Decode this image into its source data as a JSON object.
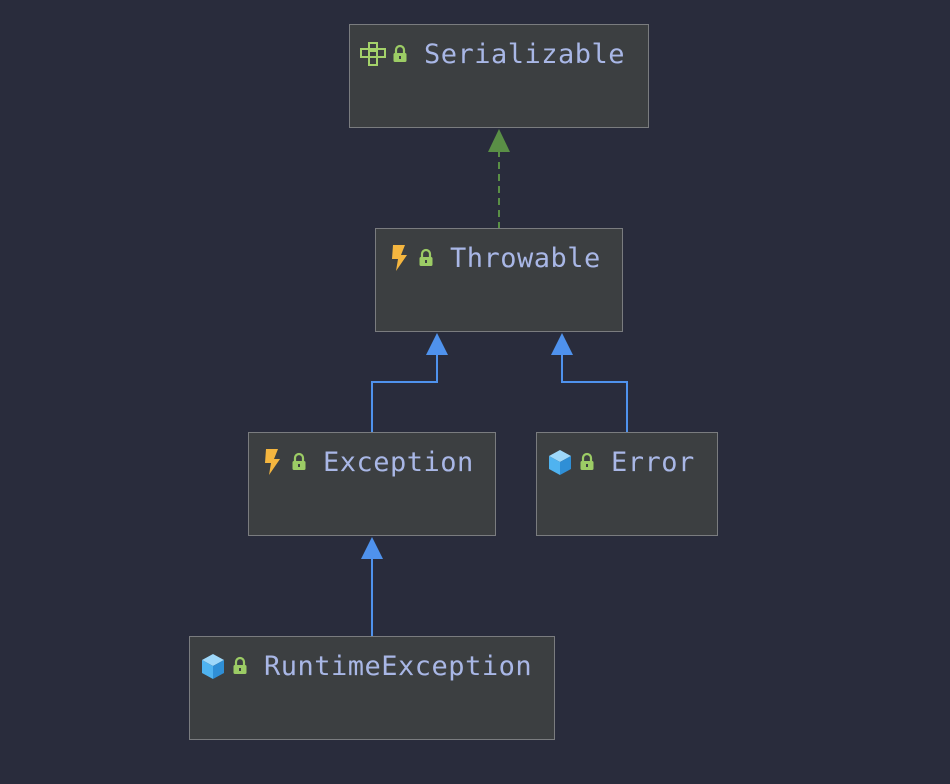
{
  "diagram": {
    "nodes": [
      {
        "id": "serializable",
        "label": "Serializable",
        "kind": "interface-icon"
      },
      {
        "id": "throwable",
        "label": "Throwable",
        "kind": "lightning-icon"
      },
      {
        "id": "exception",
        "label": "Exception",
        "kind": "lightning-icon"
      },
      {
        "id": "error",
        "label": "Error",
        "kind": "class-cube-icon"
      },
      {
        "id": "runtime-exception",
        "label": "RuntimeException",
        "kind": "class-cube-icon"
      }
    ],
    "edges": [
      {
        "from": "throwable",
        "to": "serializable",
        "type": "implements",
        "style": "dashed",
        "color": "#5a8f46"
      },
      {
        "from": "exception",
        "to": "throwable",
        "type": "extends",
        "style": "solid",
        "color": "#4f92ed"
      },
      {
        "from": "error",
        "to": "throwable",
        "type": "extends",
        "style": "solid",
        "color": "#4f92ed"
      },
      {
        "from": "runtime-exception",
        "to": "exception",
        "type": "extends",
        "style": "solid",
        "color": "#4f92ed"
      }
    ]
  },
  "colors": {
    "background": "#292c3c",
    "node_fill": "#3c3f41",
    "node_border": "#7a7c7f",
    "label": "#a9b7e6",
    "lock": "#9ccc65",
    "interface_icon": "#a4d26a",
    "lightning": "#f5b63f",
    "class_cube": "#4fb3f0",
    "implements_arrow": "#5a8f46",
    "extends_arrow": "#4f92ed"
  }
}
